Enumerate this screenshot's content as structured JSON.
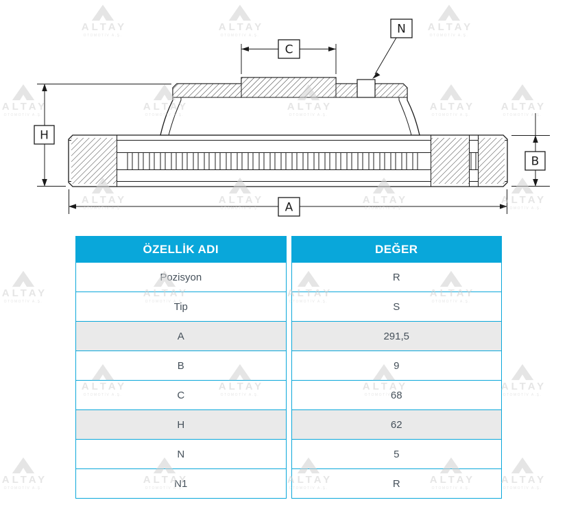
{
  "watermark": {
    "brand": "ALTAY",
    "subtext": "OTOMOTİV A.Ş."
  },
  "diagram": {
    "labels": {
      "a": "A",
      "b": "B",
      "c": "C",
      "h": "H",
      "n": "N"
    }
  },
  "table": {
    "property_header": "ÖZELLİK ADI",
    "value_header": "DEĞER",
    "rows": [
      {
        "name": "Pozisyon",
        "value": "R"
      },
      {
        "name": "Tip",
        "value": "S"
      },
      {
        "name": "A",
        "value": "291,5"
      },
      {
        "name": "B",
        "value": "9"
      },
      {
        "name": "C",
        "value": "68"
      },
      {
        "name": "H",
        "value": "62"
      },
      {
        "name": "N",
        "value": "5"
      },
      {
        "name": "N1",
        "value": "R"
      }
    ]
  },
  "colors": {
    "accent": "#09a7da",
    "row_shade": "#eaeaea",
    "table_text": "#45505a",
    "line": "#1b1b1b",
    "watermark": "#d0d0d0"
  }
}
